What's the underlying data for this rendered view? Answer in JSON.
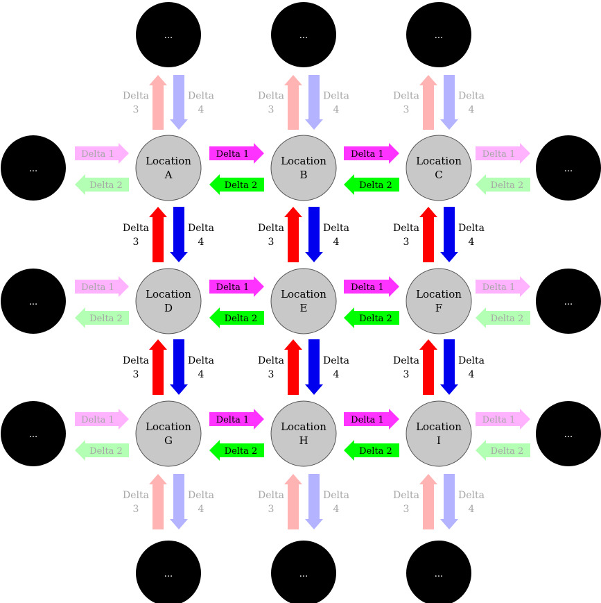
{
  "colors": {
    "location_fill": "#c8c8c8",
    "location_stroke": "#555555",
    "outer_fill": "#000000",
    "delta1": "#ff33ff",
    "delta2": "#00ff00",
    "delta3": "#ff0000",
    "delta4": "#0000ee",
    "delta1_faded": "#ffb3ff",
    "delta2_faded": "#b3ffb3",
    "delta3_faded": "#ffb3b3",
    "delta4_faded": "#b3b3ff"
  },
  "labels": {
    "location_word": "Location",
    "ellipsis": "...",
    "delta1": "Delta 1",
    "delta2": "Delta 2",
    "delta3_word": "Delta",
    "delta3_num": "3",
    "delta4_word": "Delta",
    "delta4_num": "4"
  },
  "locations": [
    [
      "A",
      "B",
      "C"
    ],
    [
      "D",
      "E",
      "F"
    ],
    [
      "G",
      "H",
      "I"
    ]
  ]
}
